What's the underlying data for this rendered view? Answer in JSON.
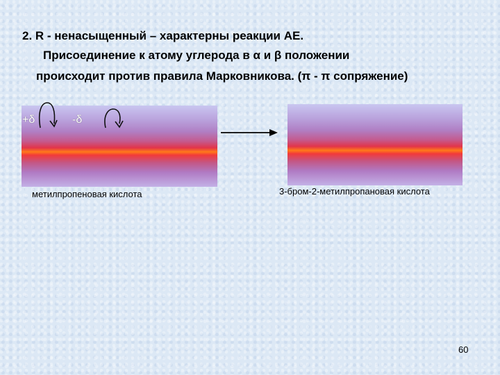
{
  "slide": {
    "line1": "2.  R -  ненасыщенный – характерны реакции AE.",
    "line2": "Присоединение к атому углерода в α и β положении",
    "line3": "происходит против правила Марковникова. (π - π сопряжение)"
  },
  "labels": {
    "plus_delta": "+δ",
    "minus_delta": "-δ"
  },
  "captions": {
    "left": "метилпропеновая кислота",
    "right": "3-бром-2-метилпропановая кислота"
  },
  "page_number": "60"
}
